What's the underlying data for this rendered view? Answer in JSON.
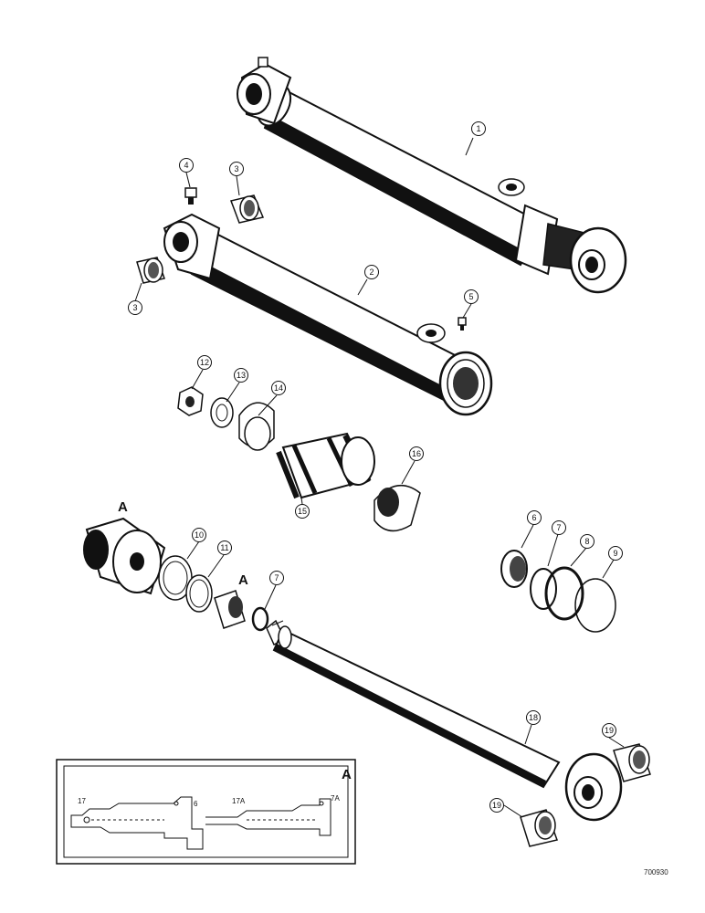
{
  "diagram": {
    "callouts": {
      "c1": "1",
      "c2": "2",
      "c3a": "3",
      "c3b": "3",
      "c4": "4",
      "c5": "5",
      "c6": "6",
      "c7a": "7",
      "c7b": "7",
      "c8": "8",
      "c9": "9",
      "c10": "10",
      "c11": "11",
      "c12": "12",
      "c13": "13",
      "c14": "14",
      "c15": "15",
      "c16": "16",
      "c18": "18",
      "c19a": "19",
      "c19b": "19"
    },
    "section_letters": {
      "main": "A",
      "mid": "A",
      "detail": "A"
    },
    "detail_labels": {
      "l17": "17",
      "l6": "6",
      "l17a": "17A",
      "l7a": "7A"
    },
    "figure_id": "700930"
  }
}
